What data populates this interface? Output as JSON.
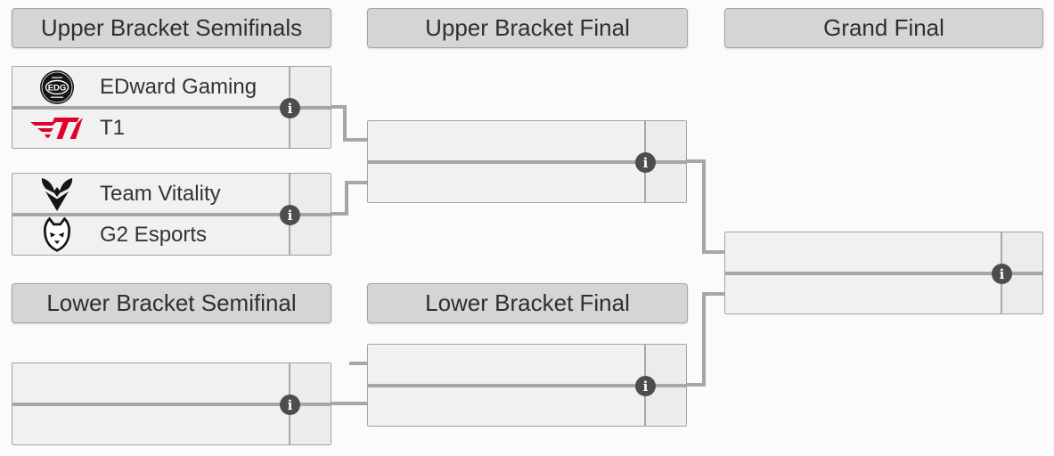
{
  "bracket": {
    "headers": {
      "ub_semifinals": "Upper Bracket Semifinals",
      "ub_final": "Upper Bracket Final",
      "grand_final": "Grand Final",
      "lb_semifinal": "Lower Bracket Semifinal",
      "lb_final": "Lower Bracket Final"
    },
    "matches": {
      "ub_semifinal_1": {
        "teams": [
          {
            "name": "EDward Gaming",
            "logo": "edg-logo",
            "score": ""
          },
          {
            "name": "T1",
            "logo": "t1-logo",
            "score": ""
          }
        ]
      },
      "ub_semifinal_2": {
        "teams": [
          {
            "name": "Team Vitality",
            "logo": "vitality-logo",
            "score": ""
          },
          {
            "name": "G2 Esports",
            "logo": "g2-logo",
            "score": ""
          }
        ]
      },
      "ub_final": {
        "teams": [
          {
            "name": "",
            "logo": "",
            "score": ""
          },
          {
            "name": "",
            "logo": "",
            "score": ""
          }
        ]
      },
      "grand_final": {
        "teams": [
          {
            "name": "",
            "logo": "",
            "score": ""
          },
          {
            "name": "",
            "logo": "",
            "score": ""
          }
        ]
      },
      "lb_semifinal": {
        "teams": [
          {
            "name": "",
            "logo": "",
            "score": ""
          },
          {
            "name": "",
            "logo": "",
            "score": ""
          }
        ]
      },
      "lb_final": {
        "teams": [
          {
            "name": "",
            "logo": "",
            "score": ""
          },
          {
            "name": "",
            "logo": "",
            "score": ""
          }
        ]
      }
    },
    "info_icon_glyph": "i",
    "colors": {
      "background": "#fbfbfc",
      "header_fill": "#d5d5d5",
      "row_fill": "#f1f1f1",
      "score_fill": "#ececec",
      "border": "#a3a3a3",
      "connector": "#a6a6a6",
      "info_icon_fill": "#4d4d4d",
      "text": "#333333",
      "t1_red": "#e2012d",
      "logo_black": "#151515"
    }
  }
}
